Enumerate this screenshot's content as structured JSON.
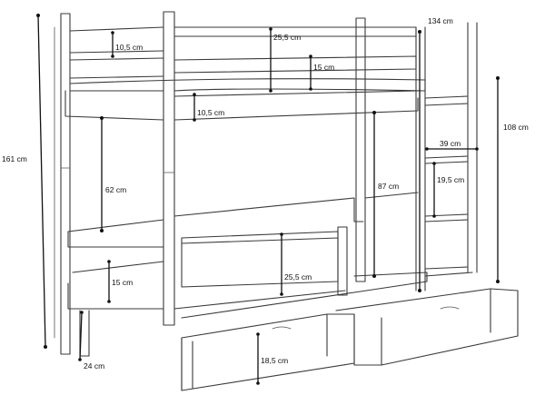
{
  "dimensions": [
    {
      "id": "total-height",
      "label": "161 cm"
    },
    {
      "id": "total-length",
      "label": "134 cm"
    },
    {
      "id": "ladder-height",
      "label": "108 cm"
    },
    {
      "id": "ladder-width",
      "label": "39 cm"
    },
    {
      "id": "rung-spacing",
      "label": "19,5 cm"
    },
    {
      "id": "top-rail-gap",
      "label": "10,5 cm"
    },
    {
      "id": "top-guard-height",
      "label": "25,5 cm"
    },
    {
      "id": "top-board",
      "label": "15 cm"
    },
    {
      "id": "under-top-gap",
      "label": "10,5 cm"
    },
    {
      "id": "lower-clearance",
      "label": "62 cm"
    },
    {
      "id": "lower-post-height",
      "label": "87 cm"
    },
    {
      "id": "lower-guard-height",
      "label": "25,5 cm"
    },
    {
      "id": "lower-board",
      "label": "15 cm"
    },
    {
      "id": "leg-width",
      "label": "24 cm"
    },
    {
      "id": "drawer-height",
      "label": "18,5 cm"
    }
  ]
}
